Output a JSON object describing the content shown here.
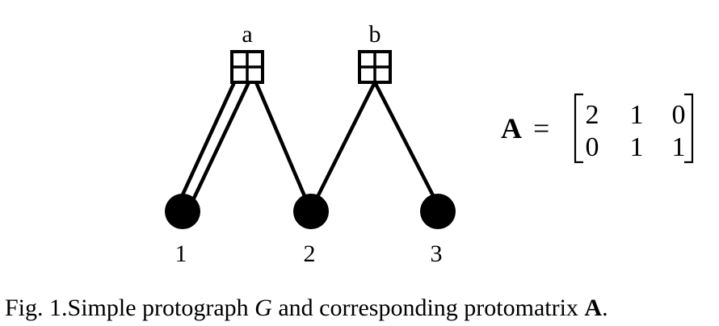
{
  "figure": {
    "check_nodes": [
      {
        "label": "a"
      },
      {
        "label": "b"
      }
    ],
    "variable_nodes": [
      {
        "label": "1"
      },
      {
        "label": "2"
      },
      {
        "label": "3"
      }
    ],
    "edges": [
      {
        "check": "a",
        "variable": "1",
        "multiplicity": 2
      },
      {
        "check": "a",
        "variable": "2",
        "multiplicity": 1
      },
      {
        "check": "b",
        "variable": "2",
        "multiplicity": 1
      },
      {
        "check": "b",
        "variable": "3",
        "multiplicity": 1
      }
    ],
    "matrix": {
      "symbol": "A",
      "equals": "=",
      "rows": [
        [
          "2",
          "1",
          "0"
        ],
        [
          "0",
          "1",
          "1"
        ]
      ]
    },
    "caption": {
      "prefix": "Fig. 1.",
      "text_before_G": "Simple protograph ",
      "G": "G",
      "text_after_G": " and corresponding protomatrix ",
      "A": "A",
      "end": "."
    }
  }
}
